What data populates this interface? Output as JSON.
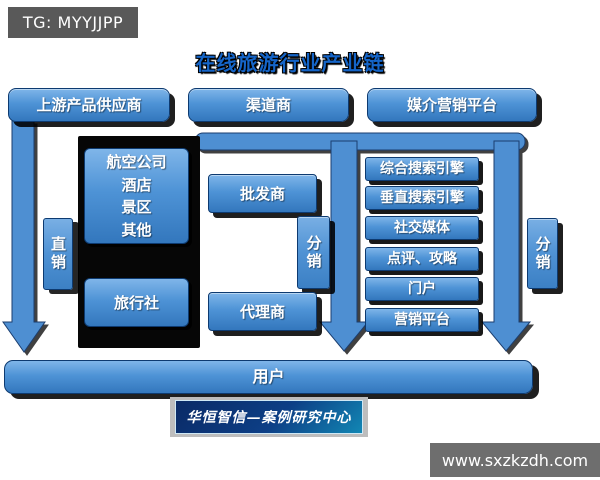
{
  "watermarks": {
    "tg_label": "TG: MYYJJPP",
    "site_label": "www.sxzkzdh.com"
  },
  "title": "在线旅游行业产业链",
  "top_row": [
    {
      "label": "上游产品供应商"
    },
    {
      "label": "渠道商"
    },
    {
      "label": "媒介营销平台"
    }
  ],
  "left_group": {
    "suppliers": "航空公司\n酒店\n景区\n其他",
    "travel_agency": "旅行社",
    "channel_label": "直销"
  },
  "middle_group": {
    "wholesaler": "批发商",
    "agent": "代理商",
    "channel_label": "分销"
  },
  "right_group": {
    "items": [
      "综合搜索引擎",
      "垂直搜索引擎",
      "社交媒体",
      "点评、攻略",
      "门户",
      "营销平台"
    ],
    "channel_label": "分销"
  },
  "bottom": {
    "users": "用户"
  },
  "banner": {
    "label": "华恒智信—案例研究中心"
  },
  "colors": {
    "node_blue": "#3377bd",
    "node_blue_light": "#7fb5e9",
    "arrow_blue": "#4e8fd2",
    "title_blue": "#1565c8",
    "banner_navy": "#0a2a66",
    "banner_teal": "#1287b4",
    "watermark_gray": "#595959",
    "panel_black": "#060606"
  }
}
